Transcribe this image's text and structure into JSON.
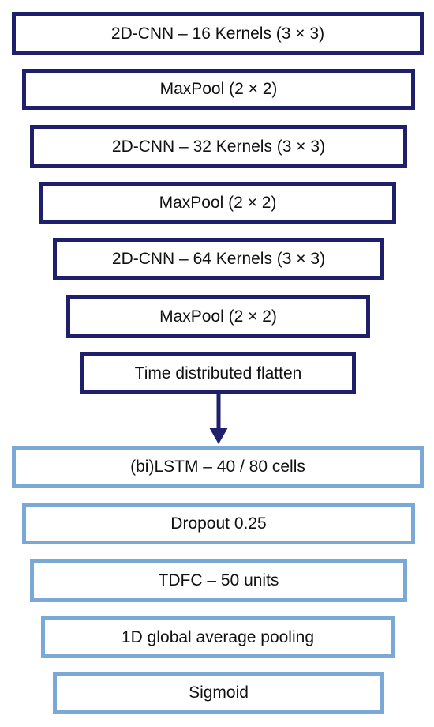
{
  "diagram": {
    "colors": {
      "cnn_block_border": "#1f1f6b",
      "rnn_block_border": "#7aa9d6",
      "arrow": "#1f1f6b"
    },
    "cnn_layers": [
      "2D-CNN – 16 Kernels (3 × 3)",
      "MaxPool (2 × 2)",
      "2D-CNN – 32 Kernels (3 × 3)",
      "MaxPool (2 × 2)",
      "2D-CNN – 64 Kernels (3 × 3)",
      "MaxPool (2 × 2)",
      "Time distributed flatten"
    ],
    "rnn_layers": [
      "(bi)LSTM – 40 / 80 cells",
      "Dropout 0.25",
      "TDFC – 50 units",
      "1D global average pooling",
      "Sigmoid"
    ]
  }
}
